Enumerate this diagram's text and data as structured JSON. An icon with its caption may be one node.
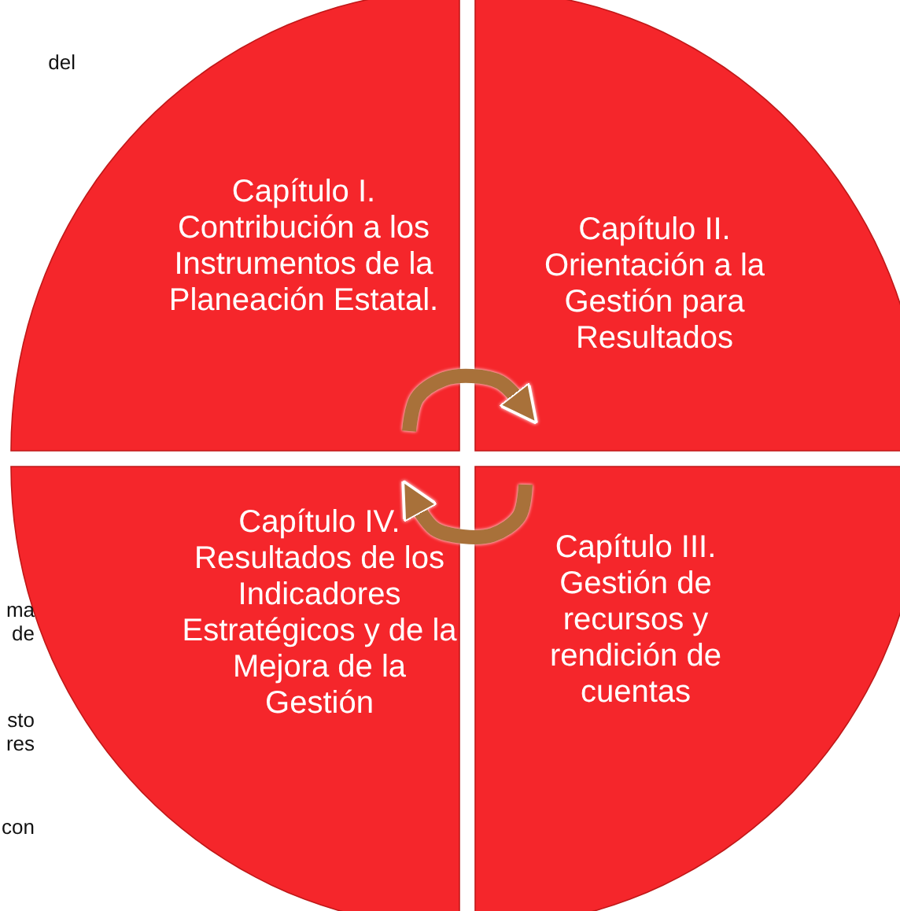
{
  "diagram": {
    "nodes": [
      {
        "text": [
          "Capítulo I. Contribución a los Instrumentos de la Planeación Estatal."
        ]
      },
      {
        "text": [
          "Capítulo II. Orientación a la Gestión para Resultados"
        ]
      },
      {
        "text": [
          "Capítulo III. Gestión de recursos y rendición de cuentas"
        ]
      },
      {
        "text": [
          "Capítulo IV. Resultados de los Indicadores Estratégicos y de la Mejora de la Gestión"
        ]
      }
    ],
    "edges": [
      {
        "from": 0,
        "to": 1,
        "arrow": "to"
      },
      {
        "from": 2,
        "to": 3,
        "arrow": "to"
      }
    ],
    "labels": [
      "del",
      "ma de",
      "sto res",
      "con"
    ]
  }
}
